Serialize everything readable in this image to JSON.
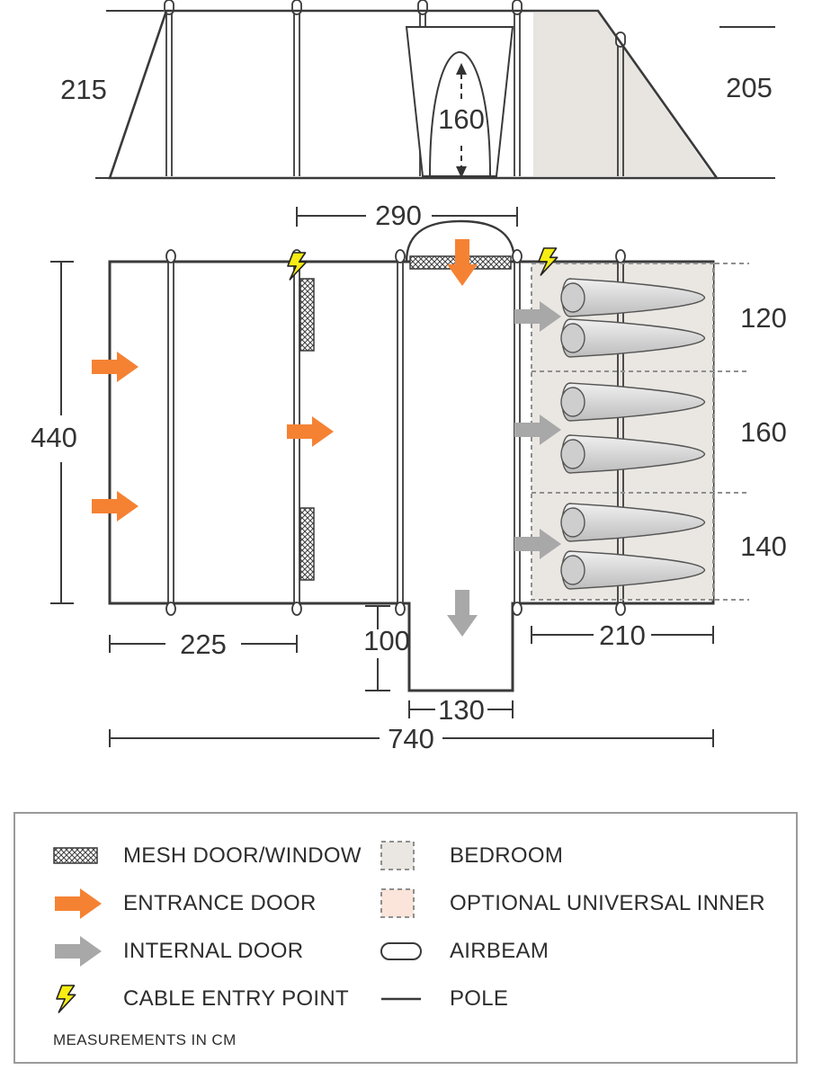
{
  "elevation": {
    "height_left_cm": "215",
    "door_height_cm": "160",
    "height_right_cm": "205"
  },
  "plan": {
    "front_section_cm": "290",
    "depth_cm": "440",
    "living_width_cm": "225",
    "porch_depth_cm": "100",
    "porch_width_cm": "130",
    "bedroom_depth_cm": "210",
    "total_width_cm": "740",
    "bedroom_widths_cm": [
      "120",
      "160",
      "140"
    ]
  },
  "legend": {
    "items_left": [
      {
        "icon": "mesh-icon",
        "label": "MESH DOOR/WINDOW"
      },
      {
        "icon": "entrance-arrow-icon",
        "label": "ENTRANCE DOOR"
      },
      {
        "icon": "internal-arrow-icon",
        "label": "INTERNAL DOOR"
      },
      {
        "icon": "lightning-icon",
        "label": "CABLE ENTRY POINT"
      }
    ],
    "items_right": [
      {
        "icon": "bedroom-swatch",
        "label": "BEDROOM"
      },
      {
        "icon": "inner-swatch",
        "label": "OPTIONAL UNIVERSAL INNER"
      },
      {
        "icon": "airbeam-icon",
        "label": "AIRBEAM"
      },
      {
        "icon": "pole-icon",
        "label": "POLE"
      }
    ],
    "note": "MEASUREMENTS IN CM"
  },
  "colors": {
    "entrance_arrow": "#f58233",
    "internal_arrow": "#a8a8a8",
    "cable_bolt": "#f7ec13",
    "bedroom_fill": "#eae7e2",
    "optional_inner_fill": "#fbe4d9",
    "line": "#3a3a3a"
  }
}
